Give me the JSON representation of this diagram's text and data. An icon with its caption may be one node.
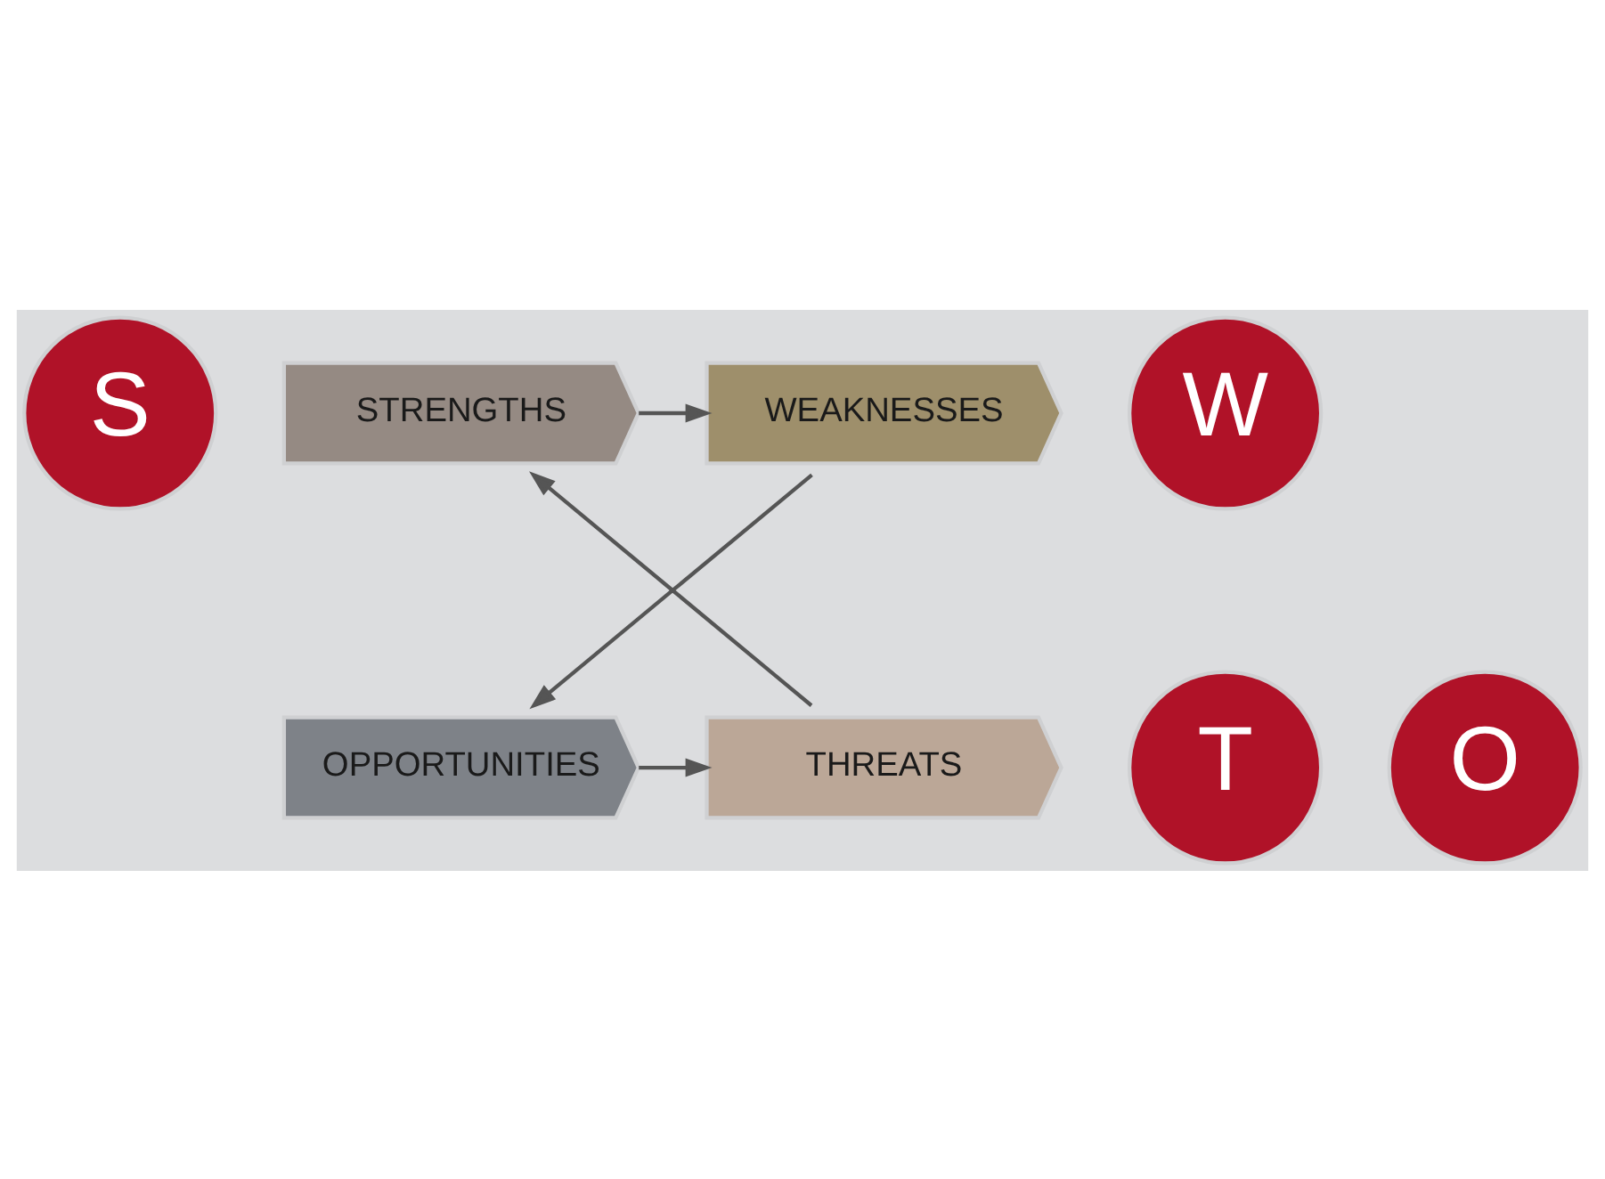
{
  "diagram": {
    "nodes": [
      {
        "text": [
          "S"
        ]
      },
      {
        "text": [
          "STRENGTHS"
        ]
      },
      {
        "text": [
          "WEAKNESSES"
        ]
      },
      {
        "text": [
          "W"
        ]
      },
      {
        "text": [
          "T"
        ]
      },
      {
        "text": [
          "THREATS"
        ]
      },
      {
        "text": [
          "OPPORTUNITIES"
        ]
      },
      {
        "text": [
          "O"
        ]
      }
    ],
    "edges": [
      {
        "from": 1,
        "to": 2,
        "arrow": "to"
      },
      {
        "from": 2,
        "to": 6,
        "arrow": "to"
      },
      {
        "from": 6,
        "to": 5,
        "arrow": "to"
      },
      {
        "from": 5,
        "to": 1,
        "arrow": "to"
      }
    ]
  }
}
